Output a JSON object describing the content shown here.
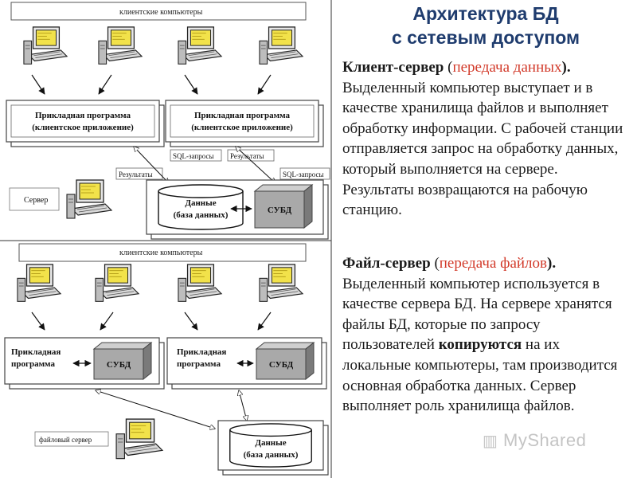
{
  "header": {
    "title_line1": "Архитектура БД",
    "title_line2": "с сетевым доступом"
  },
  "client_server": {
    "heading": "Клиент-сервер",
    "paren_open": " (",
    "transfer": "передача данных",
    "paren_close": ").",
    "body": "Выделенный компьютер выступает и в качестве хранилища файлов и выполняет обработку информации. С рабочей станции отправляется запрос на обработку данных, который выполняется на сервере. Результаты возвращаются на рабочую станцию."
  },
  "file_server": {
    "heading": "Файл-сервер",
    "paren_open": " (",
    "transfer": "передача файлов",
    "paren_close": ").",
    "body_before": "Выделенный компьютер используется в качестве сервера БД. На сервере хранятся файлы БД, которые по запросу пользователей ",
    "bold_word": "копируются",
    "body_after": " на их локальные компьютеры, там производится основная обработка данных. Сервер выполняет роль хранилища файлов."
  },
  "diagram_top": {
    "clients_label": "клиентские компьютеры",
    "app_title": "Прикладная программа",
    "app_subtitle": "(клиентское приложение)",
    "sql_label": "SQL-запросы",
    "results_label": "Результаты",
    "server_label": "Сервер",
    "db_title": "Данные",
    "db_subtitle": "(база данных)",
    "dbms_label": "СУБД"
  },
  "diagram_bottom": {
    "clients_label": "клиентские компьютеры",
    "app_title": "Прикладная",
    "app_subtitle": "программа",
    "dbms_label": "СУБД",
    "server_label": "файловый сервер",
    "db_title": "Данные",
    "db_subtitle": "(база данных)"
  },
  "watermark": "MyShared",
  "colors": {
    "title": "#1f3c6e",
    "highlight": "#d23a2a",
    "monitor": "#f2e24a"
  }
}
